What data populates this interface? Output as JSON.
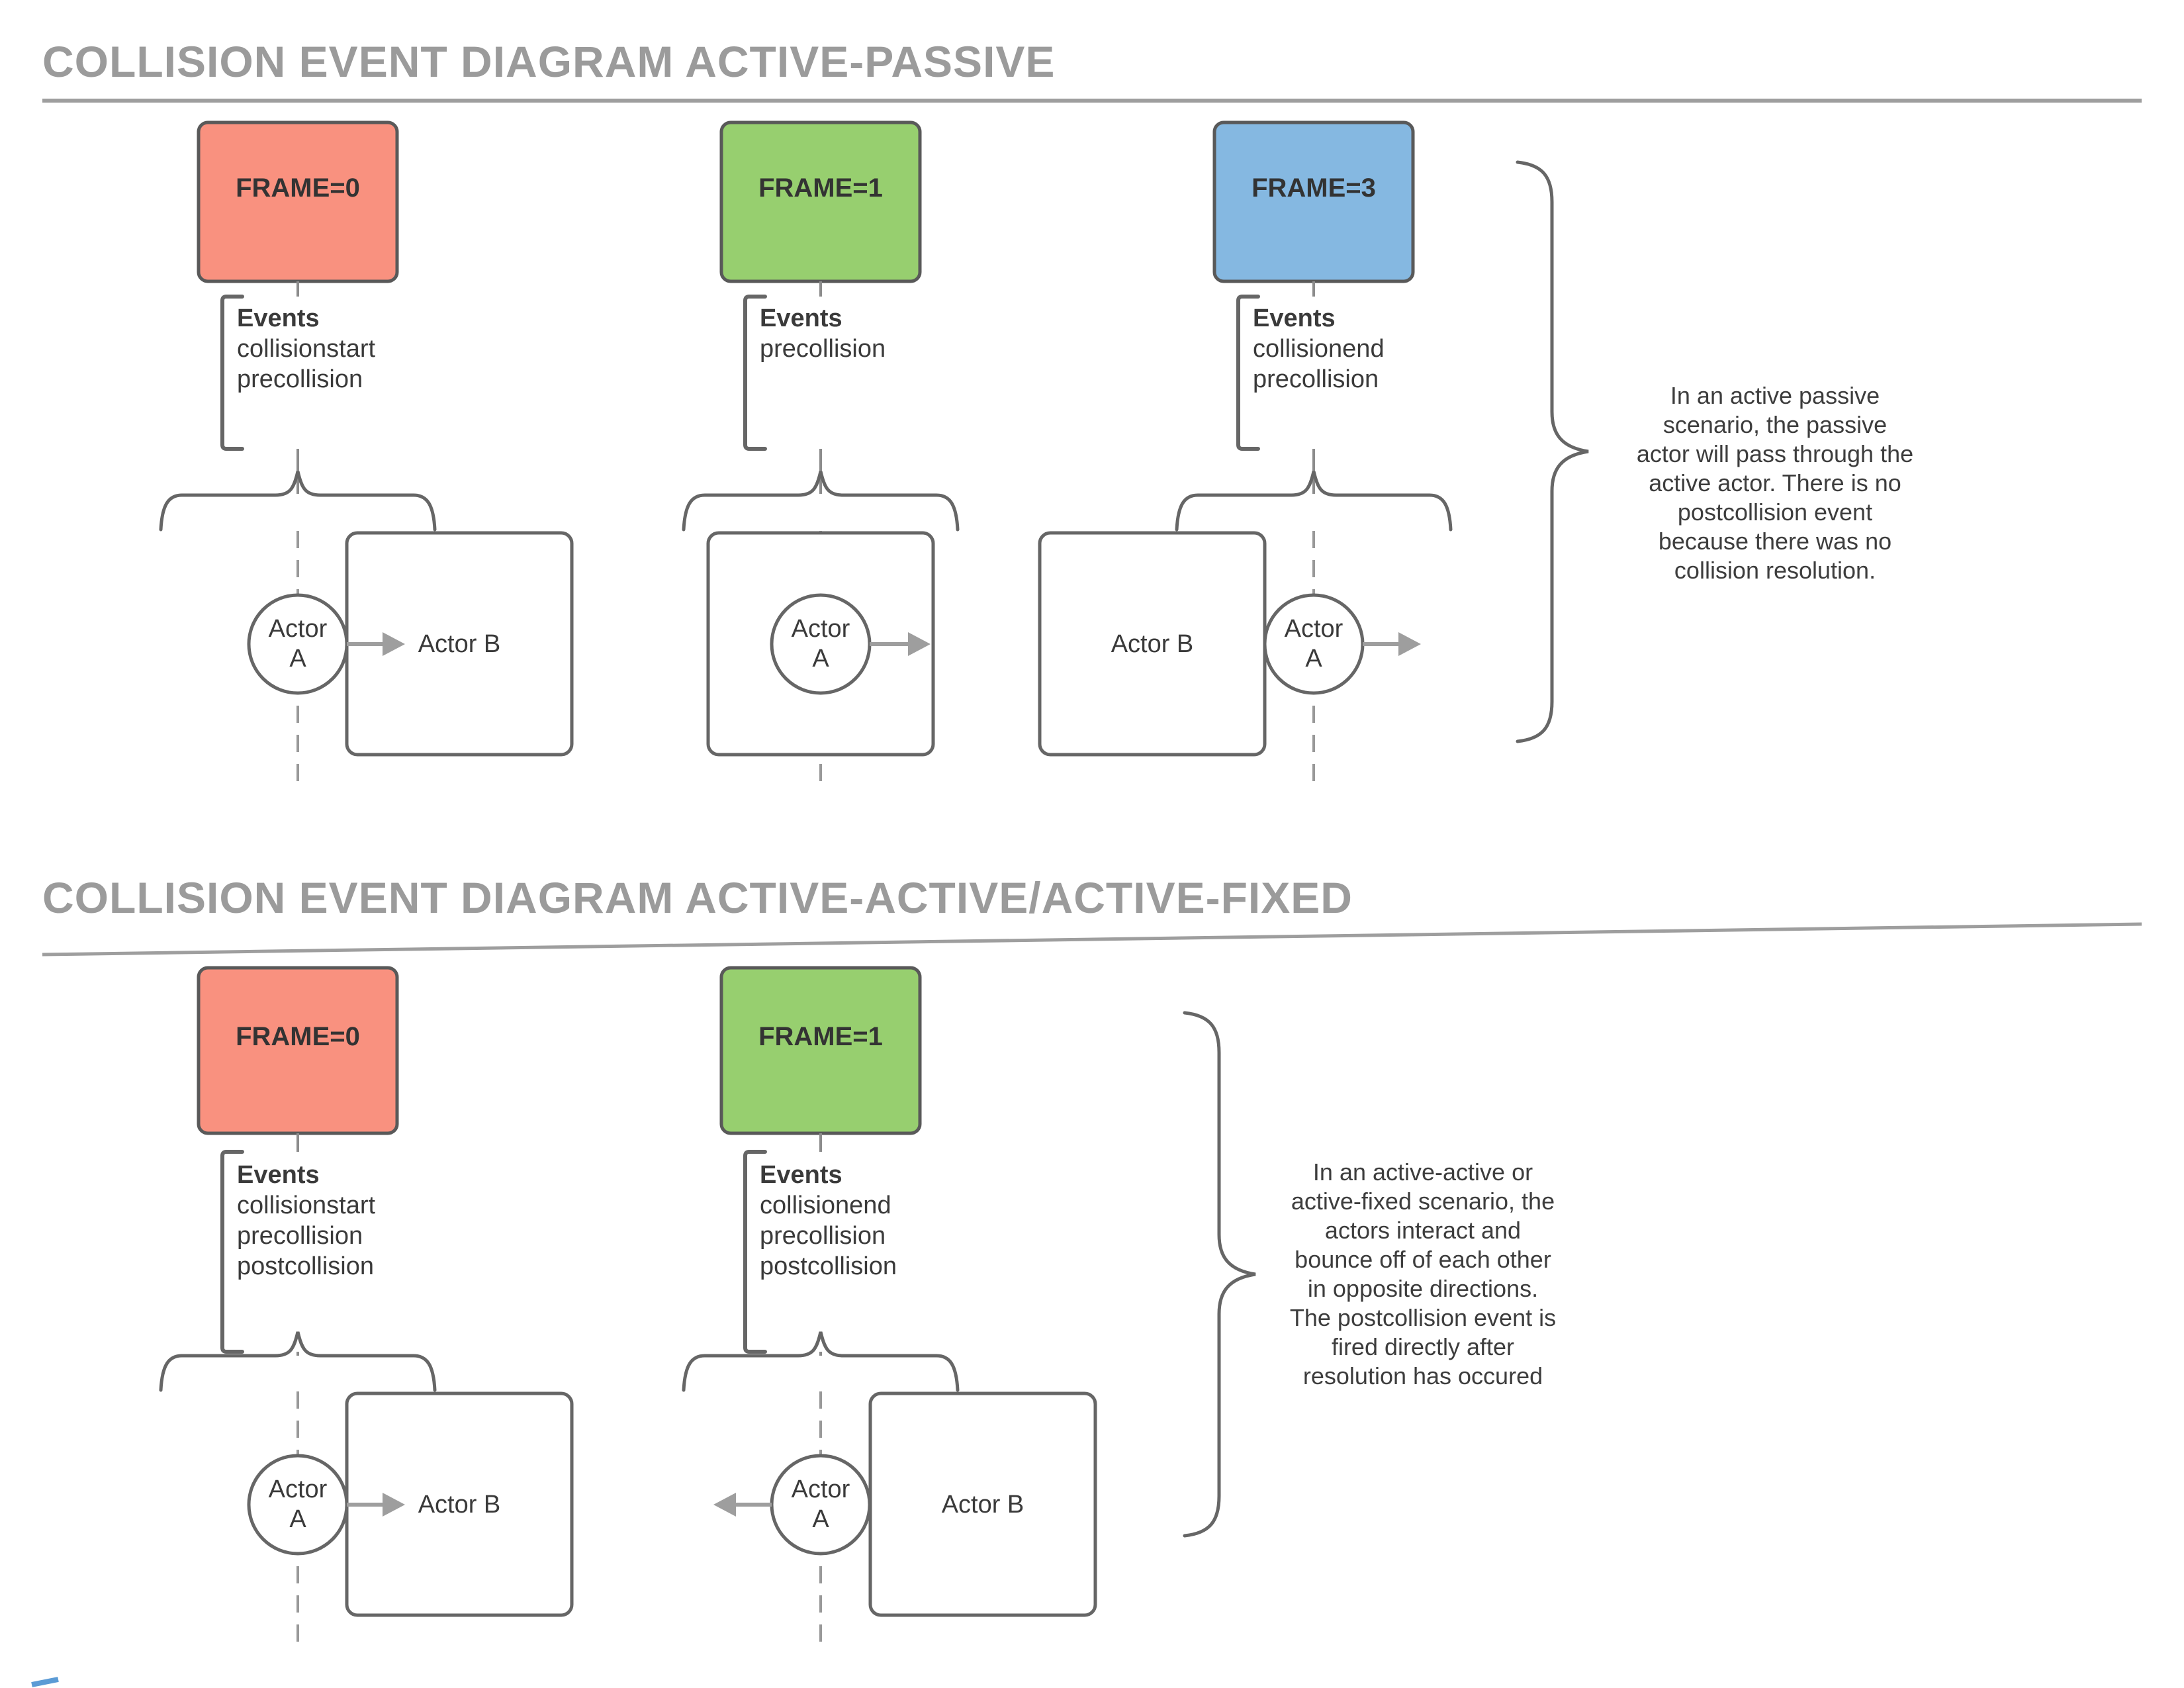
{
  "colors": {
    "frame_red": "#F9917F",
    "frame_green": "#97CF6F",
    "frame_blue": "#85B8E1",
    "shape_stroke": "#666666",
    "accent_gray": "#9e9e9e",
    "title_gray": "#9b9b9b"
  },
  "sections": [
    {
      "title": "COLLISION EVENT DIAGRAM ACTIVE-PASSIVE",
      "columns": [
        {
          "frame": "FRAME=0",
          "events_title": "Events",
          "events": [
            "collisionstart",
            "precollision"
          ],
          "actor_a": [
            "Actor",
            "A"
          ],
          "actor_b": "Actor B"
        },
        {
          "frame": "FRAME=1",
          "events_title": "Events",
          "events": [
            "precollision"
          ],
          "actor_a": [
            "Actor",
            "A"
          ]
        },
        {
          "frame": "FRAME=3",
          "events_title": "Events",
          "events": [
            "collisionend",
            "precollision"
          ],
          "actor_a": [
            "Actor",
            "A"
          ],
          "actor_b": "Actor B"
        }
      ],
      "note": [
        "In an active passive",
        "scenario, the passive",
        "actor will pass through the",
        "active actor. There is no",
        "postcollision event",
        "because there was no",
        "collision resolution."
      ]
    },
    {
      "title": "COLLISION EVENT DIAGRAM ACTIVE-ACTIVE/ACTIVE-FIXED",
      "columns": [
        {
          "frame": "FRAME=0",
          "events_title": "Events",
          "events": [
            "collisionstart",
            "precollision",
            "postcollision"
          ],
          "actor_a": [
            "Actor",
            "A"
          ],
          "actor_b": "Actor B"
        },
        {
          "frame": "FRAME=1",
          "events_title": "Events",
          "events": [
            "collisionend",
            "precollision",
            "postcollision"
          ],
          "actor_a": [
            "Actor",
            "A"
          ],
          "actor_b": "Actor B"
        }
      ],
      "note": [
        "In an active-active or",
        "active-fixed scenario, the",
        "actors interact and",
        "bounce off of each other",
        "in opposite directions.",
        "The postcollision event is",
        "fired directly after",
        "resolution has occured"
      ]
    }
  ]
}
